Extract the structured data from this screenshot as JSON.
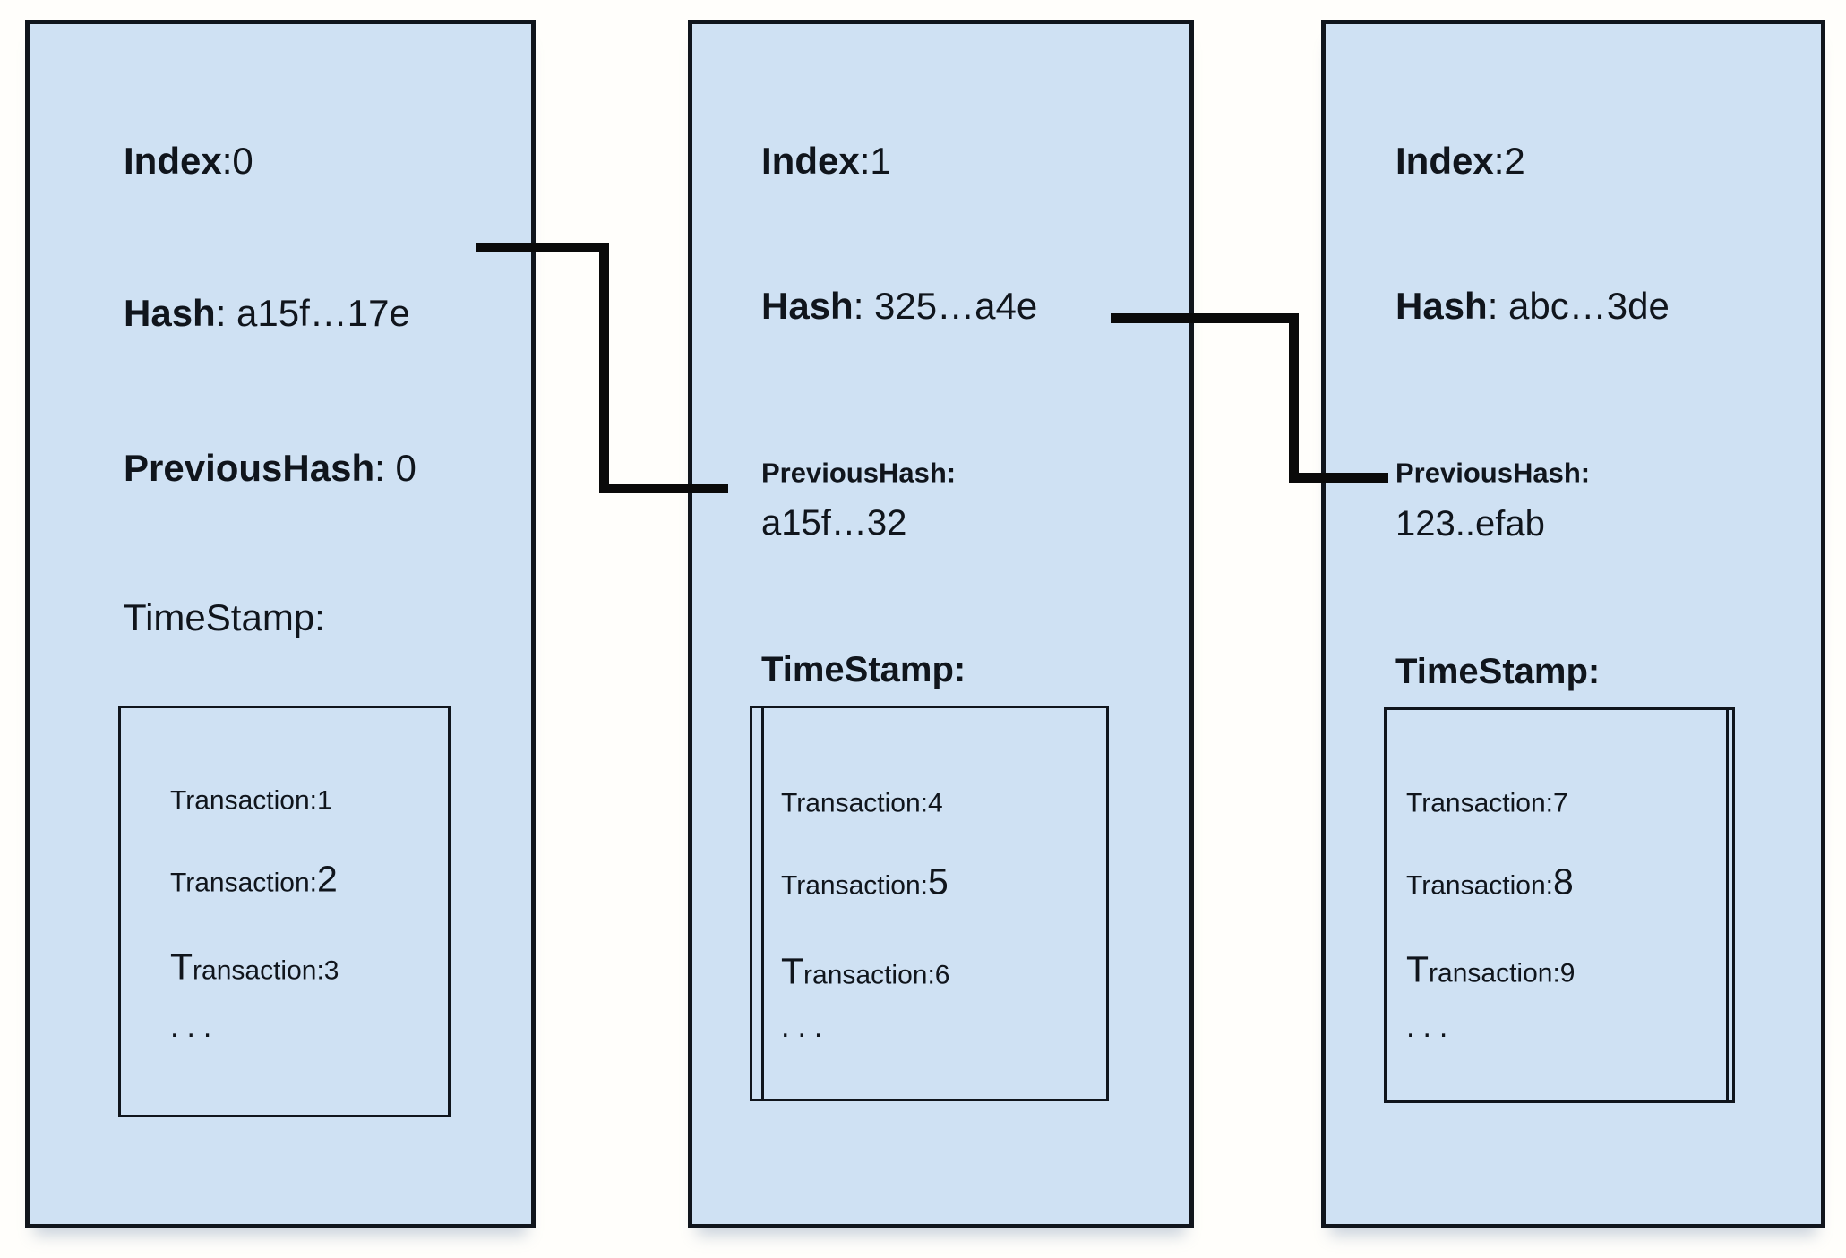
{
  "colors": {
    "block_fill": "#cfe1f3",
    "border": "#10151c",
    "connector": "#0a0a0a",
    "text": "#10151c"
  },
  "blocks": [
    {
      "index_label": "Index",
      "index_value": ":0",
      "hash_label": "Hash",
      "hash_value": ": a15f…17e",
      "prev_label": "PreviousHash",
      "prev_value": ": 0",
      "timestamp_label": "TimeStamp:",
      "transactions": [
        {
          "lead": "",
          "body": "Transaction:1",
          "tail": ""
        },
        {
          "lead": "",
          "body": "Transaction:",
          "tail": "2"
        },
        {
          "lead": "T",
          "body": "ransaction:3",
          "tail": ""
        }
      ],
      "more": "..."
    },
    {
      "index_label": "Index",
      "index_value": ":1",
      "hash_label": "Hash",
      "hash_value": ": 325…a4e",
      "prev_label": "PreviousHash:",
      "prev_value": "a15f…32",
      "timestamp_label": "TimeStamp:",
      "transactions": [
        {
          "lead": "",
          "body": "Transaction:4",
          "tail": ""
        },
        {
          "lead": "",
          "body": "Transaction:",
          "tail": "5"
        },
        {
          "lead": "T",
          "body": "ransaction:6",
          "tail": ""
        }
      ],
      "more": "..."
    },
    {
      "index_label": "Index",
      "index_value": ":2",
      "hash_label": "Hash",
      "hash_value": ": abc…3de",
      "prev_label": "PreviousHash:",
      "prev_value": "123..efab",
      "timestamp_label": "TimeStamp:",
      "transactions": [
        {
          "lead": "",
          "body": "Transaction:7",
          "tail": ""
        },
        {
          "lead": "",
          "body": "Transaction:",
          "tail": "8"
        },
        {
          "lead": "T",
          "body": "ransaction:9",
          "tail": ""
        }
      ],
      "more": "..."
    }
  ]
}
